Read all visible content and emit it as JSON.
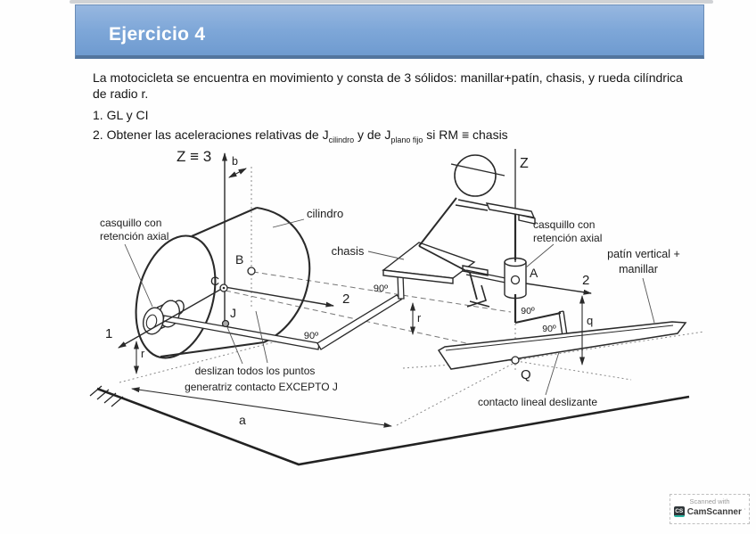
{
  "header": {
    "title": "Ejercicio 4"
  },
  "problem": {
    "intro": "La motocicleta se encuentra en movimiento y consta de 3 sólidos: manillar+patín, chasis, y rueda cilíndrica de radio r.",
    "item1": "1. GL y CI",
    "item2_p1": "2. Obtener las aceleraciones relativas de J",
    "item2_sub1": "cilindro",
    "item2_p2": " y de J",
    "item2_sub2": "plano fijo",
    "item2_p3": " si RM ≡ chasis"
  },
  "diagram": {
    "axis_z3": "Z ≡ 3",
    "axis_z": "Z",
    "axis_1": "1",
    "axis_2": "2",
    "dim_a": "a",
    "dim_b": "b",
    "dim_q": "q",
    "dim_r": "r",
    "angle": "90º",
    "points": {
      "A": "A",
      "B": "B",
      "C": "C",
      "J": "J",
      "Q": "Q"
    },
    "labels": {
      "cilindro": "cilindro",
      "chasis": "chasis",
      "casquillo_1": "casquillo con",
      "casquillo_2": "retención axial",
      "patin_1": "patín vertical +",
      "patin_2": "manillar",
      "deslizan_1": "deslizan todos los puntos",
      "deslizan_2": "generatriz contacto EXCEPTO J",
      "contacto": "contacto lineal deslizante"
    }
  },
  "watermark": {
    "line1": "Scanned with",
    "icon": "CS",
    "brand": "CamScanner",
    "tm": "’"
  }
}
